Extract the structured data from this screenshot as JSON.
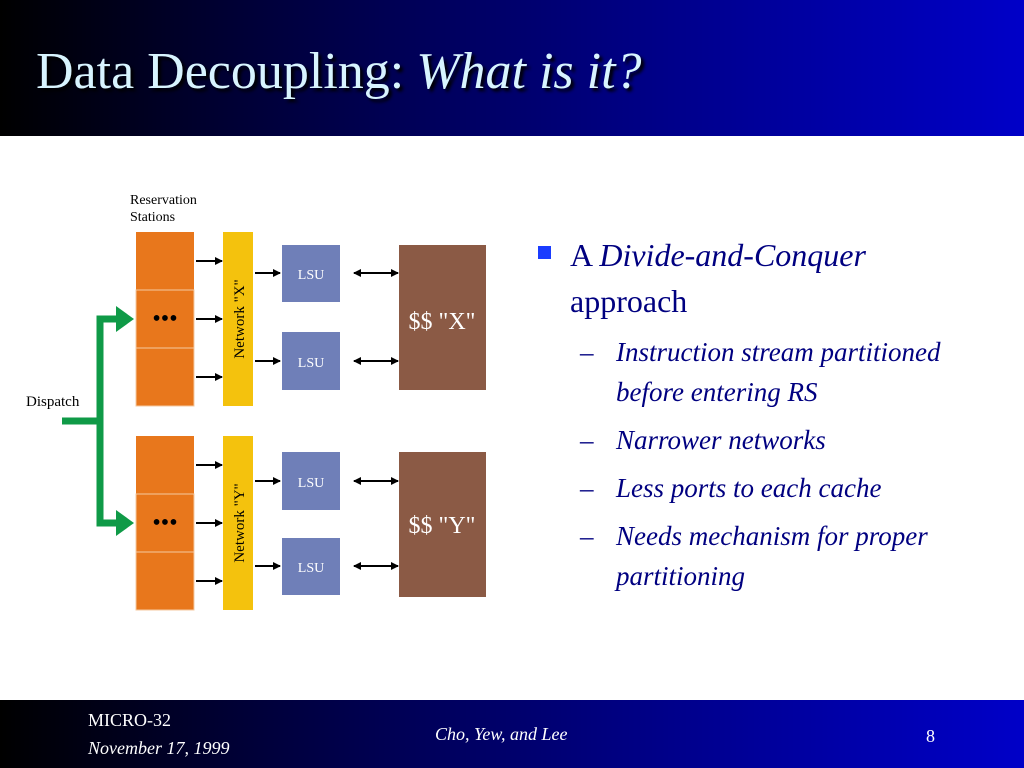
{
  "title": {
    "main": "Data Decoupling:",
    "italic": "What is it?"
  },
  "diagram": {
    "rs_label_line1": "Reservation",
    "rs_label_line2": "Stations",
    "dispatch_label": "Dispatch",
    "ellipsis": "•••",
    "network_x": "Network \"X\"",
    "network_y": "Network \"Y\"",
    "lsu": "LSU",
    "cache_x": "$$ \"X\"",
    "cache_y": "$$ \"Y\"",
    "colors": {
      "rs": "#e8771c",
      "network": "#f4c20d",
      "lsu": "#6f7fb8",
      "cache": "#8b5a45",
      "dispatch": "#0f9a47"
    }
  },
  "bullets": {
    "main_prefix": "A ",
    "main_italic": "Divide-and-Conquer",
    "main_suffix": "approach",
    "dash": "–",
    "subs": [
      "Instruction stream partitioned before entering RS",
      "Narrower networks",
      "Less ports to each cache",
      "Needs mechanism for proper partitioning"
    ]
  },
  "footer": {
    "conference": "MICRO-32",
    "date": "November 17, 1999",
    "authors": "Cho, Yew, and Lee",
    "page": "8"
  }
}
